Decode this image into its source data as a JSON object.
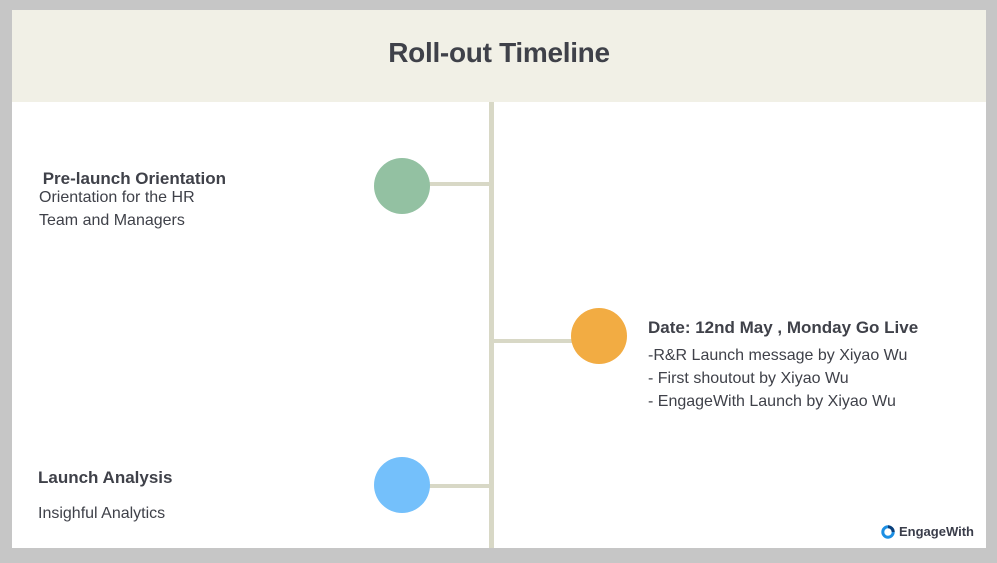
{
  "title": "Roll-out Timeline",
  "milestones": [
    {
      "heading": " Pre-launch Orientation",
      "lines": [
        "Orientation for the HR",
        "Team and Managers"
      ],
      "color": "#93c1a2"
    },
    {
      "heading": "Date: 12nd May , Monday Go Live",
      "lines": [
        "-R&R Launch message by Xiyao Wu",
        "- First shoutout by Xiyao Wu",
        "- EngageWith Launch by Xiyao Wu"
      ],
      "color": "#f2ac43"
    },
    {
      "heading": "Launch Analysis",
      "lines": [
        "Insighful Analytics"
      ],
      "color": "#74c0fb"
    }
  ],
  "logo": {
    "text": "EngageWith",
    "icon": "engagewith-logo-icon"
  }
}
